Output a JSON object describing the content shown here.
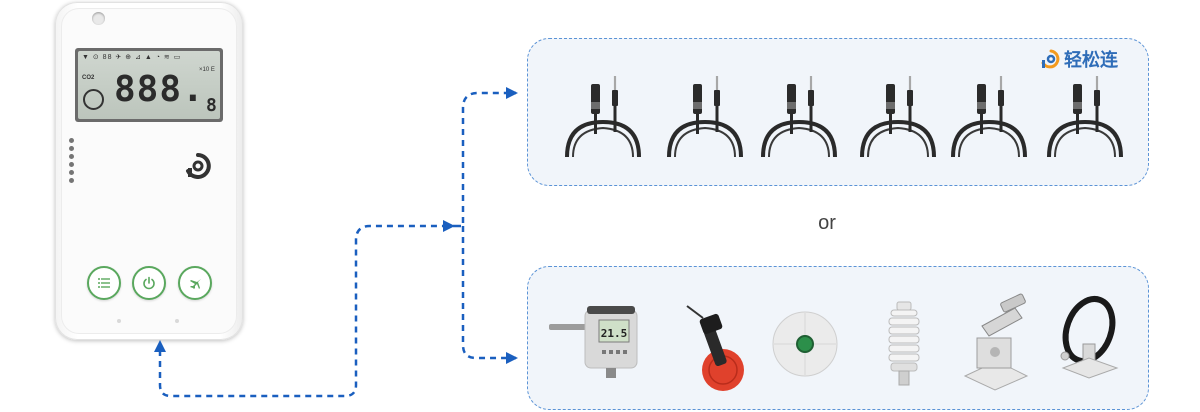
{
  "device": {
    "lcd_main": "888.",
    "lcd_small": "8",
    "lcd_co2": "CO2",
    "lcd_x10": "×10 E",
    "buttons": [
      "menu-icon",
      "power-icon",
      "airplane-icon"
    ]
  },
  "brand": {
    "name": "轻松连",
    "color": "#2f6db8"
  },
  "connector_text": "or",
  "colors": {
    "accent": "#1a5fbf",
    "panel_border": "#5b93d6",
    "panel_bg": "#f1f5fa",
    "button_ring": "#5aa85e"
  },
  "panels": [
    {
      "id": "cable-probes",
      "items": [
        "cable-probe",
        "cable-probe",
        "cable-probe",
        "cable-probe",
        "cable-probe",
        "cable-probe"
      ]
    },
    {
      "id": "external-sensors",
      "items": [
        "duct-sensor",
        "handheld-probe",
        "dome-sensor",
        "radiation-shield",
        "solar-tracker",
        "ring-sensor"
      ]
    }
  ],
  "duct_sensor_reading": "21.5"
}
